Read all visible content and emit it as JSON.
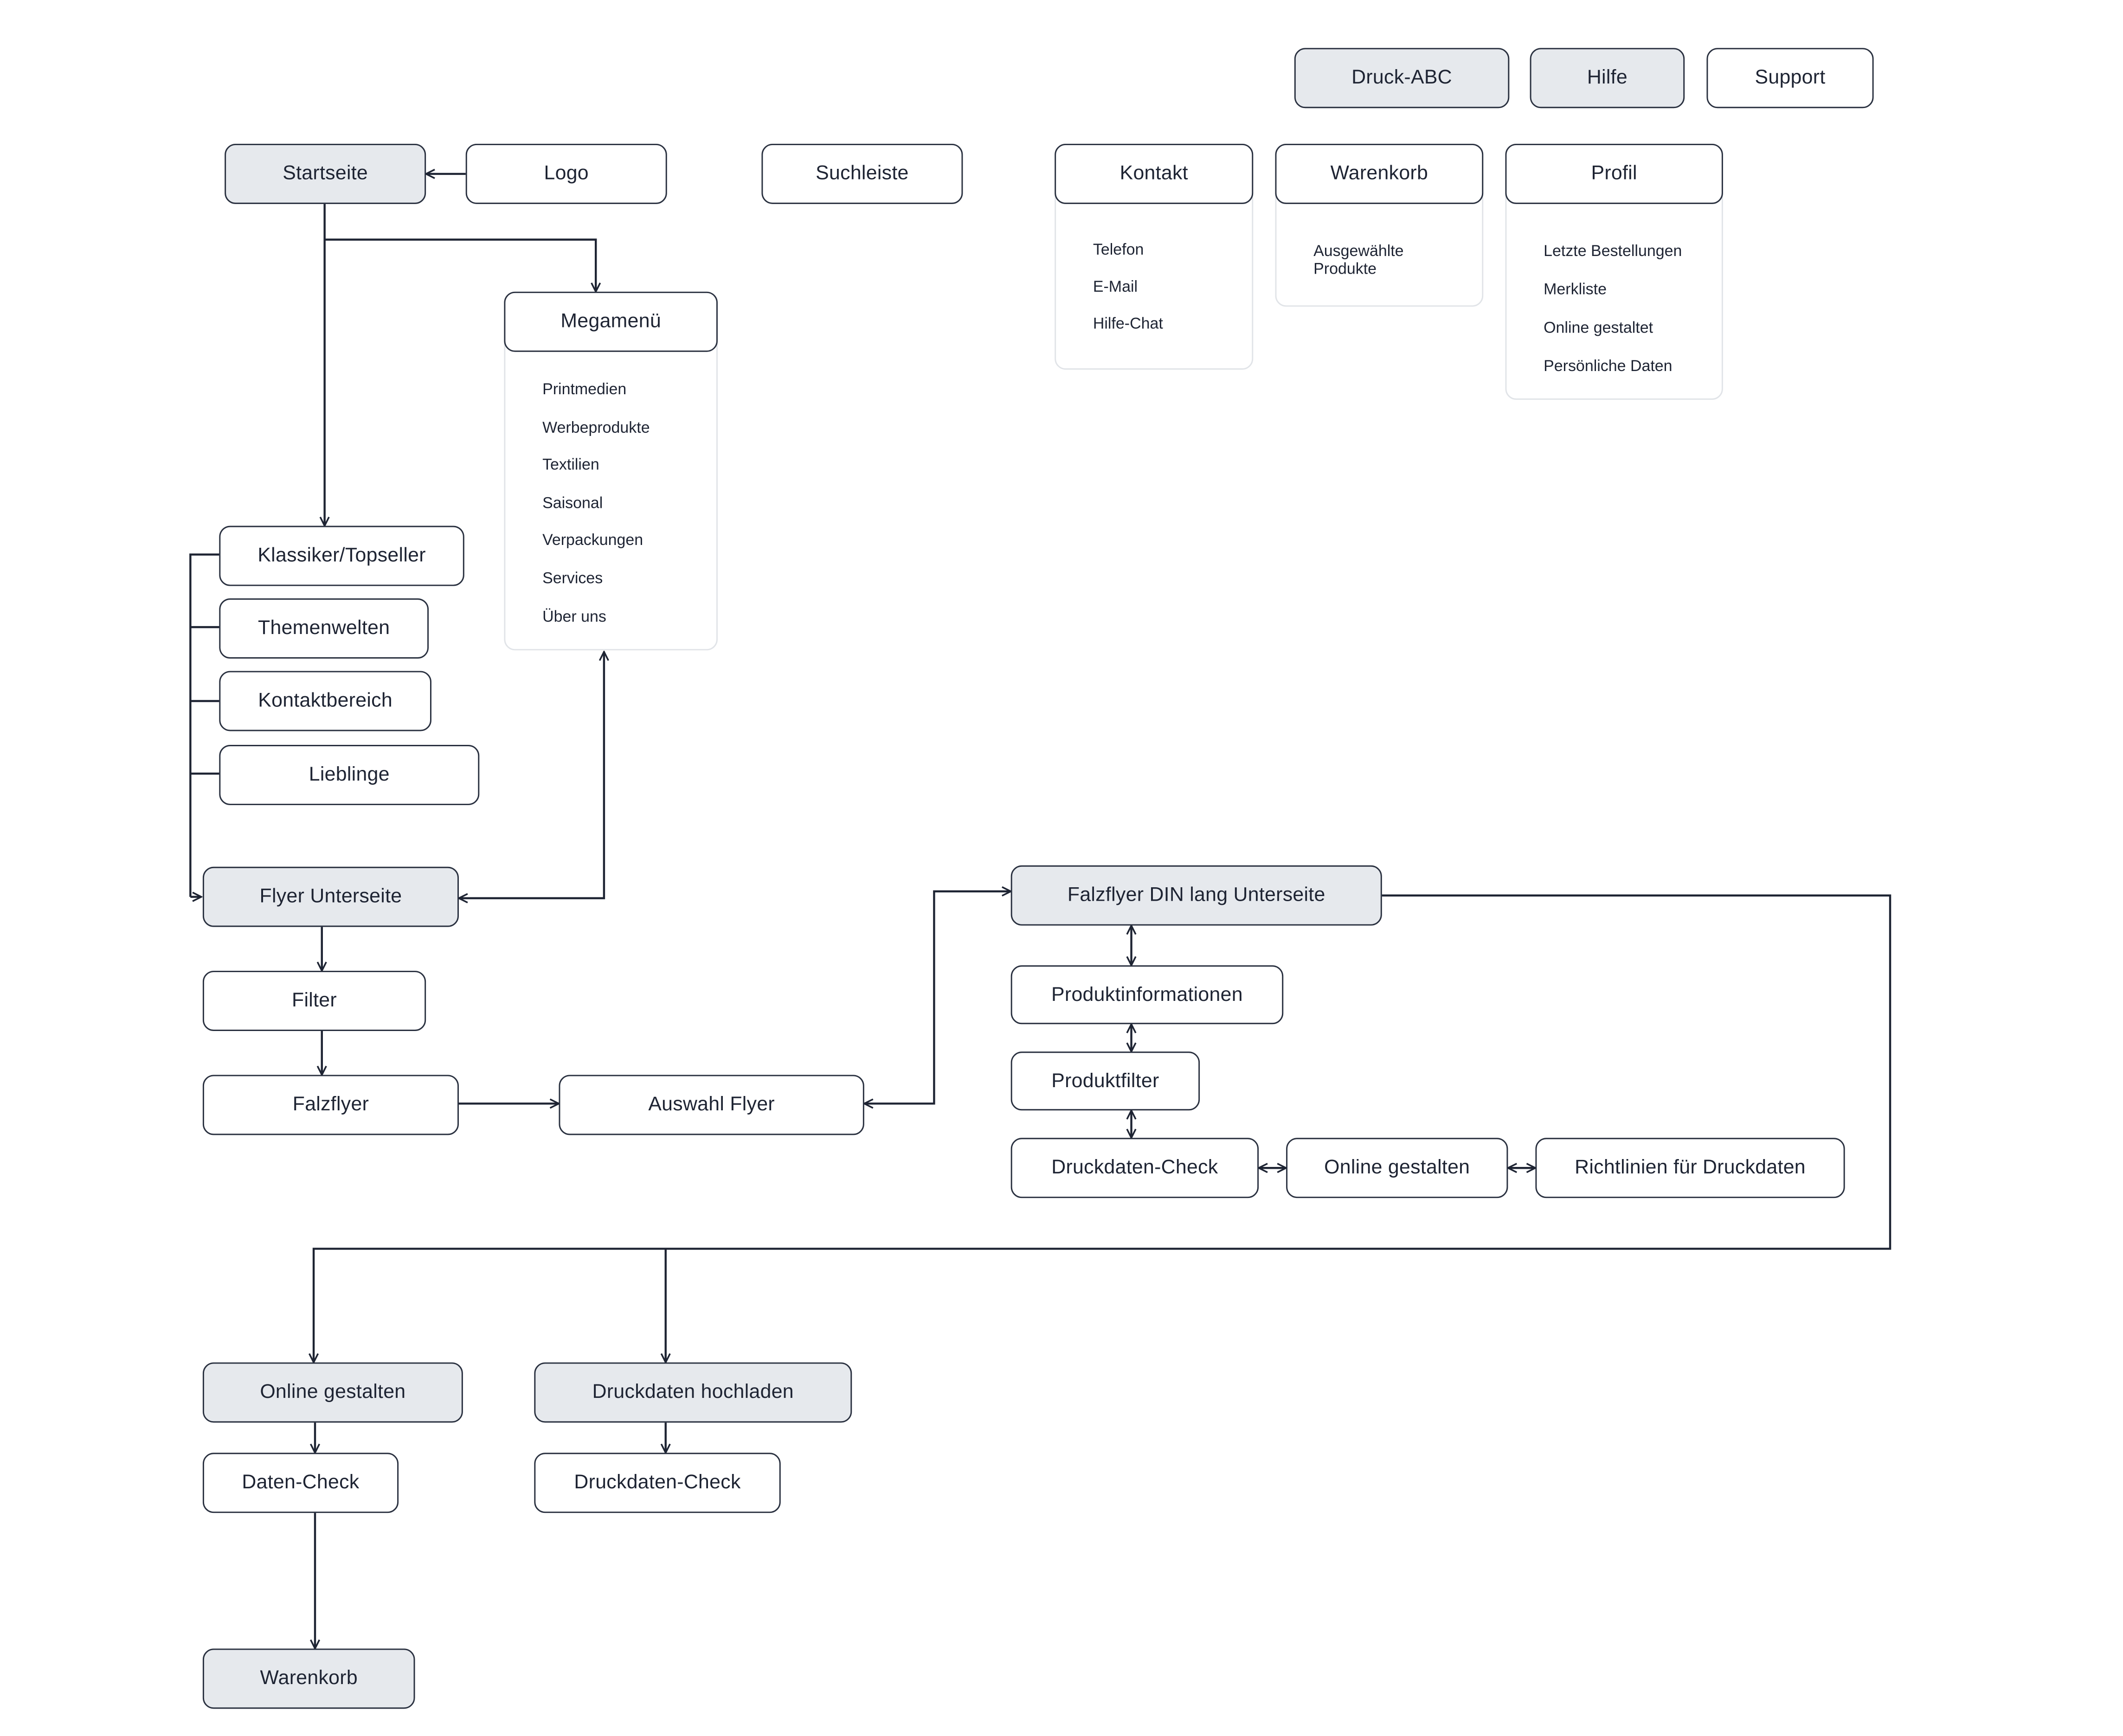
{
  "colors": {
    "line": "#1e2433",
    "border": "#2a3140",
    "highlight_fill": "#e6e9ed",
    "panel_border": "#e1e4e8"
  },
  "nodes": {
    "druck_abc": "Druck-ABC",
    "hilfe": "Hilfe",
    "support": "Support",
    "startseite": "Startseite",
    "logo": "Logo",
    "suchleiste": "Suchleiste",
    "kontakt": "Kontakt",
    "warenkorb_top": "Warenkorb",
    "profil": "Profil",
    "megamenu": "Megamenü",
    "klassiker": "Klassiker/Topseller",
    "themenwelten": "Themenwelten",
    "kontaktbereich": "Kontaktbereich",
    "lieblinge": "Lieblinge",
    "flyer_unterseite": "Flyer Unterseite",
    "filter": "Filter",
    "falzflyer": "Falzflyer",
    "auswahl_flyer": "Auswahl Flyer",
    "falzflyer_din": "Falzflyer DIN lang Unterseite",
    "produktinformationen": "Produktinformationen",
    "produktfilter": "Produktfilter",
    "druckdaten_check_mid": "Druckdaten-Check",
    "online_gestalten_mid": "Online gestalten",
    "richtlinien": "Richtlinien für Druckdaten",
    "online_gestalten_bottom": "Online gestalten",
    "druckdaten_hochladen": "Druckdaten hochladen",
    "daten_check": "Daten-Check",
    "druckdaten_check_bottom": "Druckdaten-Check",
    "warenkorb_bottom": "Warenkorb"
  },
  "panels": {
    "megamenu": [
      "Printmedien",
      "Werbeprodukte",
      "Textilien",
      "Saisonal",
      "Verpackungen",
      "Services",
      "Über uns"
    ],
    "kontakt": [
      "Telefon",
      "E-Mail",
      "Hilfe-Chat"
    ],
    "warenkorb": [
      "Ausgewählte",
      "Produkte"
    ],
    "profil": [
      "Letzte Bestellungen",
      "Merkliste",
      "Online gestaltet",
      "Persönliche Daten"
    ]
  }
}
